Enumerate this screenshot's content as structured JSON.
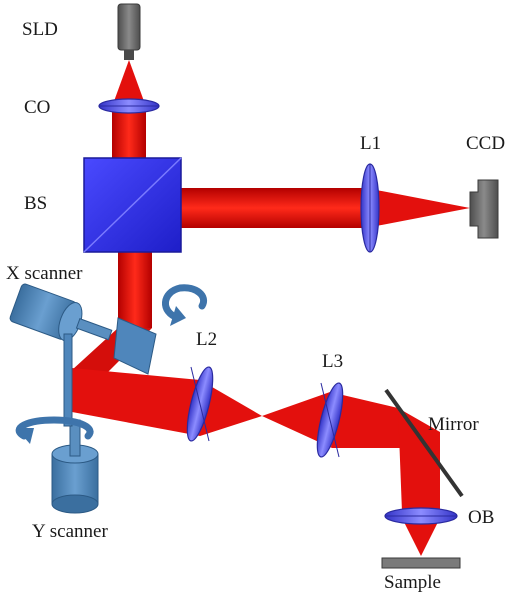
{
  "diagram": {
    "labels": {
      "sld": "SLD",
      "co": "CO",
      "bs": "BS",
      "l1": "L1",
      "ccd": "CCD",
      "x_scanner": "X scanner",
      "l2": "L2",
      "l3": "L3",
      "mirror": "Mirror",
      "y_scanner": "Y scanner",
      "ob": "OB",
      "sample": "Sample"
    },
    "colors": {
      "beam": "#e3100d",
      "beam_dark": "#a00000",
      "lens": "#5a5ae0",
      "lens_edge": "#2a2aa0",
      "beam_splitter": "#2f2fe6",
      "device_gray": "#6b6b6b",
      "scanner_blue": "#4d86bd",
      "arrow_blue": "#3e74ab"
    }
  }
}
